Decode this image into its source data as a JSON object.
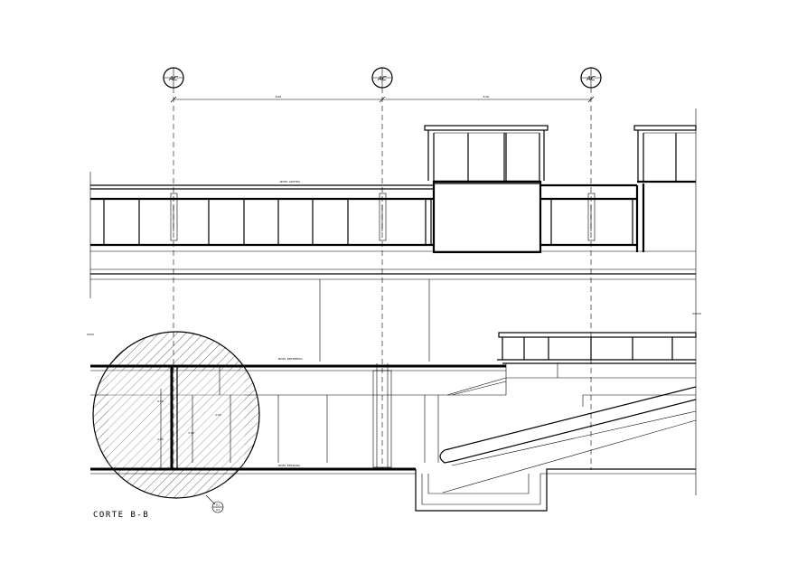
{
  "drawing": {
    "title": "CORTE B-B",
    "grid_axes": [
      {
        "label": "AC"
      },
      {
        "label": "AC"
      },
      {
        "label": "AC"
      }
    ],
    "dimensions": [
      "8.00",
      "8.00"
    ],
    "level_labels": {
      "upper": "NIVEL AZOTEA",
      "middle": "NIVEL ENTREPISO",
      "lower": "NIVEL ENTRADA"
    },
    "detail_dims": [
      "0.50",
      "2.00",
      "3.00",
      "2.50"
    ],
    "detail_ref": {
      "top": "D1",
      "bottom": "A1"
    }
  }
}
